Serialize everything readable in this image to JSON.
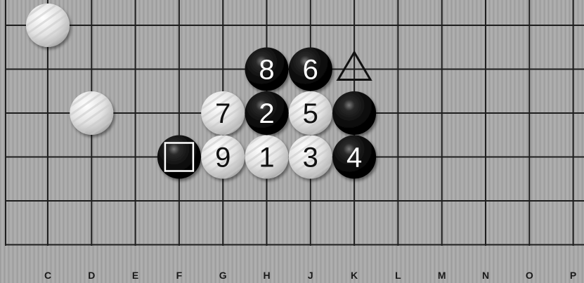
{
  "board": {
    "columns": [
      "C",
      "D",
      "E",
      "F",
      "G",
      "H",
      "J",
      "K",
      "L",
      "M",
      "N",
      "O",
      "P"
    ],
    "rows_visible": 6,
    "colors": {
      "wood_light": "#b8b8b8",
      "wood_dark": "#8c8c8c",
      "grid_line": "#1e1e1e",
      "black_stone": "#0d0d0d",
      "white_stone": "#e4e4e4"
    }
  },
  "stones": [
    {
      "color": "white",
      "col": "C",
      "row": 1,
      "label": ""
    },
    {
      "color": "white",
      "col": "D",
      "row": 3,
      "label": ""
    },
    {
      "color": "black",
      "col": "H",
      "row": 2,
      "label": "8"
    },
    {
      "color": "black",
      "col": "J",
      "row": 2,
      "label": "6"
    },
    {
      "color": "white",
      "col": "G",
      "row": 3,
      "label": "7"
    },
    {
      "color": "black",
      "col": "H",
      "row": 3,
      "label": "2"
    },
    {
      "color": "white",
      "col": "J",
      "row": 3,
      "label": "5"
    },
    {
      "color": "black",
      "col": "K",
      "row": 3,
      "label": ""
    },
    {
      "color": "black",
      "col": "F",
      "row": 4,
      "label": "",
      "marker": "square"
    },
    {
      "color": "white",
      "col": "G",
      "row": 4,
      "label": "9"
    },
    {
      "color": "white",
      "col": "H",
      "row": 4,
      "label": "1"
    },
    {
      "color": "white",
      "col": "J",
      "row": 4,
      "label": "3"
    },
    {
      "color": "black",
      "col": "K",
      "row": 4,
      "label": "4"
    }
  ],
  "markers": [
    {
      "type": "triangle",
      "col": "K",
      "row": 2
    }
  ]
}
